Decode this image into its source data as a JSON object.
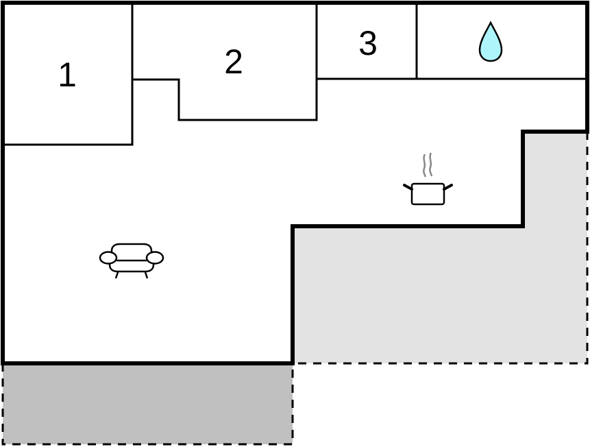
{
  "diagram": {
    "type": "floor-plan",
    "colors": {
      "wall": "#000000",
      "background": "#ffffff",
      "terrace_light": "#e3e3e3",
      "terrace_dark": "#c0c0c0",
      "water_drop": "#aef4fb",
      "steam": "#888888"
    },
    "rooms": [
      {
        "id": "bedroom-1",
        "label": "1"
      },
      {
        "id": "bedroom-2",
        "label": "2"
      },
      {
        "id": "bedroom-3",
        "label": "3"
      },
      {
        "id": "bathroom",
        "icon": "water-drop-icon"
      },
      {
        "id": "kitchen-area",
        "icon": "cooking-pot-icon"
      },
      {
        "id": "living-area",
        "icon": "sofa-icon"
      },
      {
        "id": "terrace-covered",
        "fill": "light-gray",
        "border": "dashed"
      },
      {
        "id": "terrace-open",
        "fill": "dark-gray",
        "border": "dashed"
      }
    ]
  }
}
